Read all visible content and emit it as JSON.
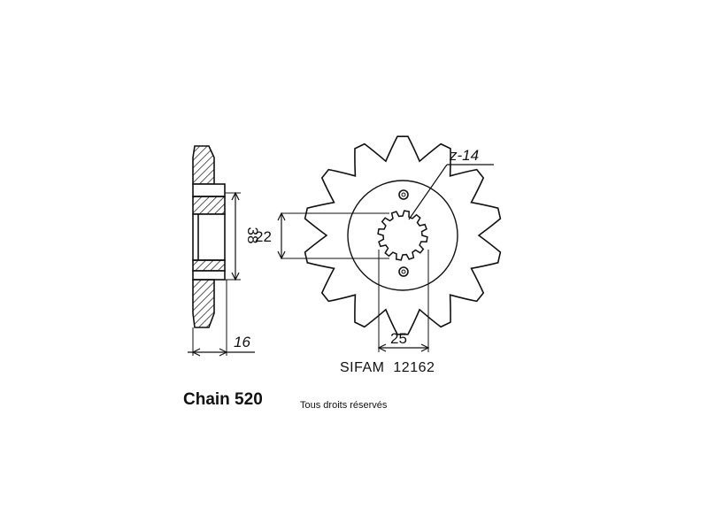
{
  "part": {
    "teeth_label": "z-14",
    "bore_dimension": "22",
    "outer_hub_dimension": "38",
    "thickness_dimension": "16",
    "spline_dimension": "25",
    "reference": "SIFAM  12162"
  },
  "footer": {
    "chain_label": "Chain 520",
    "rights_text": "Tous droits réservés"
  },
  "sprocket": {
    "teeth": 14
  }
}
